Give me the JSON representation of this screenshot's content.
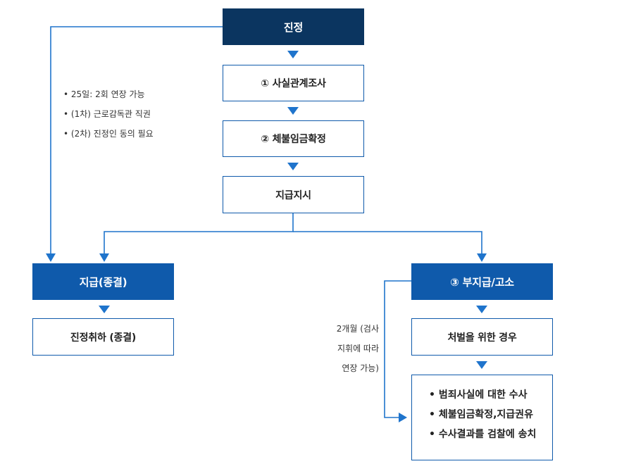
{
  "nodes": {
    "petition": "진정",
    "fact_investigation": "① 사실관계조사",
    "unpaid_wage_confirmation": "② 체불임금확정",
    "payment_order": "지급지시",
    "payment_terminated": "지급(종결)",
    "petition_withdrawal": "진정취하 (종결)",
    "nonpayment_complaint": "③ 부지급/고소",
    "punishment_case": "처벌을 위한 경우"
  },
  "extension_notes": [
    "25일: 2회 연장 가능",
    "(1차) 근로감독관 직권",
    "(2차) 진정인 동의 필요"
  ],
  "investigation_period_note": [
    "2개월 (검사",
    "지휘에 따라",
    "연장 가능)"
  ],
  "investigation_steps": [
    "범죄사실에 대한 수사",
    "체불임금확정,지급권유",
    "수사결과를 검찰에 송치"
  ],
  "colors": {
    "dark_navy": "#0b3560",
    "primary_blue": "#0f5aab",
    "arrow_blue": "#1f74cc"
  }
}
